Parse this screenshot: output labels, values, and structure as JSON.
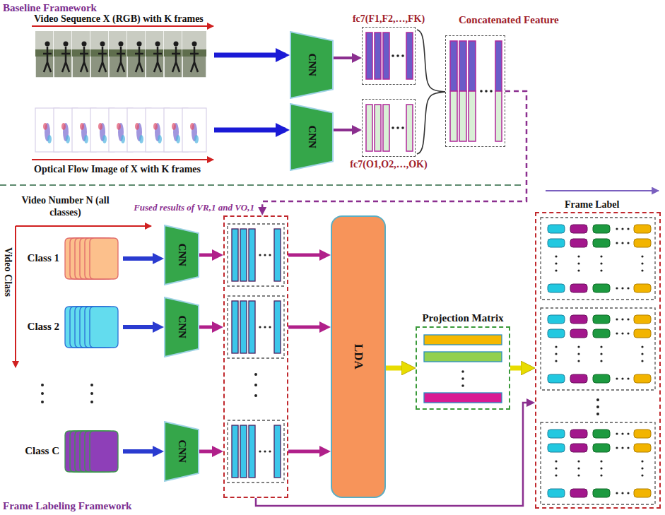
{
  "diagram": {
    "nodes": [
      {
        "text": [
          "Video Sequence X (RGB) with K frames"
        ]
      },
      {
        "text": [
          "CNN"
        ]
      },
      {
        "text": [
          "fc7(F1,F2,…,FK)"
        ]
      },
      {
        "text": [
          "Optical Flow Image of X with K frames"
        ]
      },
      {
        "text": [
          "CNN"
        ]
      },
      {
        "text": [
          "fc7(O1,O2,…,OK)"
        ]
      },
      {
        "text": [
          "Concatenated Feature"
        ]
      },
      {
        "text": [
          "Class 1"
        ]
      },
      {
        "text": [
          "CNN"
        ]
      },
      {
        "text": [
          "Class 2"
        ]
      },
      {
        "text": [
          "CNN"
        ]
      },
      {
        "text": [
          "Class C"
        ]
      },
      {
        "text": [
          "CNN"
        ]
      },
      {
        "text": [
          "Fused results of VR,1 and VO,1"
        ]
      },
      {
        "text": [
          "LDA"
        ]
      },
      {
        "text": [
          "Projection Matrix"
        ]
      },
      {
        "text": [
          "Frame Label"
        ]
      }
    ],
    "edges": [
      {
        "from": 0,
        "to": 1,
        "arrow": "to"
      },
      {
        "from": 1,
        "to": 2,
        "arrow": "to"
      },
      {
        "from": 3,
        "to": 4,
        "arrow": "to"
      },
      {
        "from": 4,
        "to": 5,
        "arrow": "to"
      },
      {
        "from": 2,
        "to": 6,
        "arrow": "none"
      },
      {
        "from": 5,
        "to": 6,
        "arrow": "none"
      },
      {
        "from": 6,
        "to": 13,
        "arrow": "to"
      },
      {
        "from": 7,
        "to": 8,
        "arrow": "to"
      },
      {
        "from": 8,
        "to": 13,
        "arrow": "to"
      },
      {
        "from": 9,
        "to": 10,
        "arrow": "to"
      },
      {
        "from": 10,
        "to": 13,
        "arrow": "to"
      },
      {
        "from": 11,
        "to": 12,
        "arrow": "to"
      },
      {
        "from": 12,
        "to": 13,
        "arrow": "to"
      },
      {
        "from": 13,
        "to": 14,
        "arrow": "to"
      },
      {
        "from": 13,
        "to": 14,
        "arrow": "to"
      },
      {
        "from": 13,
        "to": 14,
        "arrow": "to"
      },
      {
        "from": 14,
        "to": 15,
        "arrow": "to"
      },
      {
        "from": 15,
        "to": 16,
        "arrow": "to"
      },
      {
        "from": 13,
        "to": 16,
        "arrow": "to"
      }
    ],
    "labels": [
      "Baseline Framework",
      "Video Number N (all classes)",
      "Video Class",
      "Frame Labeling Framework"
    ]
  }
}
